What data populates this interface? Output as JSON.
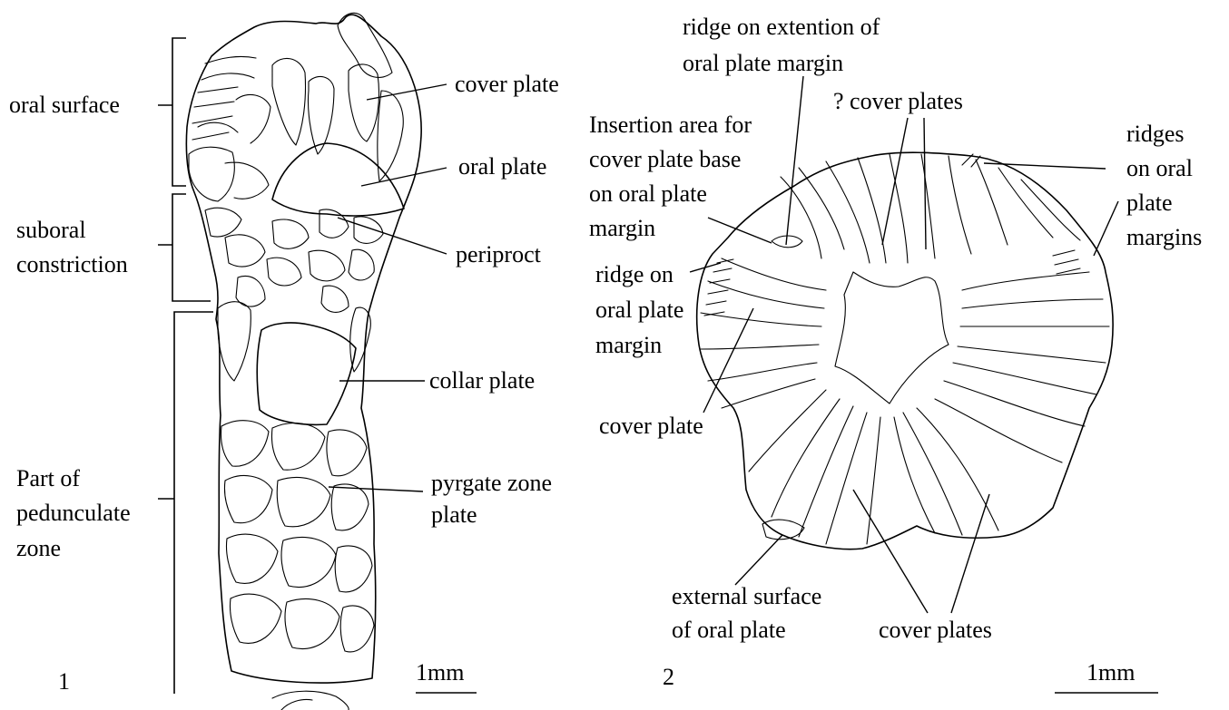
{
  "figure1": {
    "number": "1",
    "scale_bar": "1mm",
    "zones": {
      "oral_surface": "oral surface",
      "suboral_line1": "suboral",
      "suboral_line2": "constriction",
      "pedunculate_line1": "Part of",
      "pedunculate_line2": "pedunculate",
      "pedunculate_line3": "zone"
    },
    "labels": {
      "cover_plate": "cover plate",
      "oral_plate": "oral plate",
      "periproct": "periproct",
      "collar_plate": "collar plate",
      "pyrgate_line1": "pyrgate zone",
      "pyrgate_line2": "plate"
    }
  },
  "figure2": {
    "number": "2",
    "scale_bar": "1mm",
    "labels": {
      "ridge_extension_line1": "ridge on extention of",
      "ridge_extension_line2": "oral plate margin",
      "cover_plates_query": "? cover plates",
      "insertion_line1": "Insertion area for",
      "insertion_line2": "cover plate base",
      "insertion_line3": "on oral plate",
      "insertion_line4": "margin",
      "ridges_line1": "ridges",
      "ridges_line2": "on oral",
      "ridges_line3": "plate",
      "ridges_line4": "margins",
      "ridge_on_line1": "ridge on",
      "ridge_on_line2": "oral plate",
      "ridge_on_line3": "margin",
      "cover_plate": "cover plate",
      "external_line1": "external surface",
      "external_line2": "of oral plate",
      "cover_plates": "cover plates"
    }
  }
}
